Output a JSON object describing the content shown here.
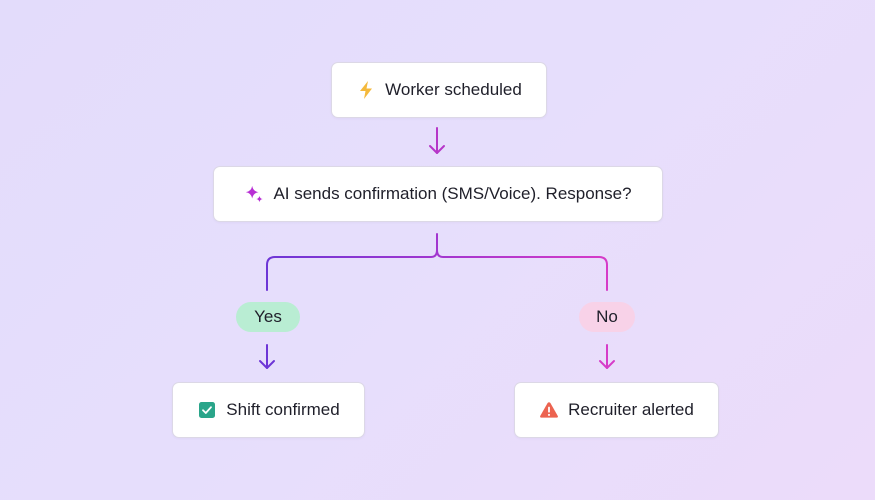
{
  "flowchart": {
    "start": {
      "label": "Worker scheduled",
      "icon": "lightning-bolt-icon"
    },
    "decision": {
      "label": "AI sends confirmation (SMS/Voice). Response?",
      "icon": "ai-sparkle-icon"
    },
    "branch_yes": {
      "label": "Yes",
      "result": {
        "label": "Shift confirmed",
        "icon": "checkbox-checked-icon"
      }
    },
    "branch_no": {
      "label": "No",
      "result": {
        "label": "Recruiter alerted",
        "icon": "warning-triangle-icon"
      }
    }
  },
  "colors": {
    "background_start": "#e3dcfb",
    "background_end": "#ecdcfa",
    "bolt": "#f4b93c",
    "sparkle": "#b82fd4",
    "connector_purple": "#6d35d6",
    "connector_magenta": "#d63bc8",
    "pill_yes_bg": "#b9edd3",
    "pill_no_bg": "#f8d2e8",
    "check": "#2aa58a",
    "warning": "#ec6350"
  }
}
